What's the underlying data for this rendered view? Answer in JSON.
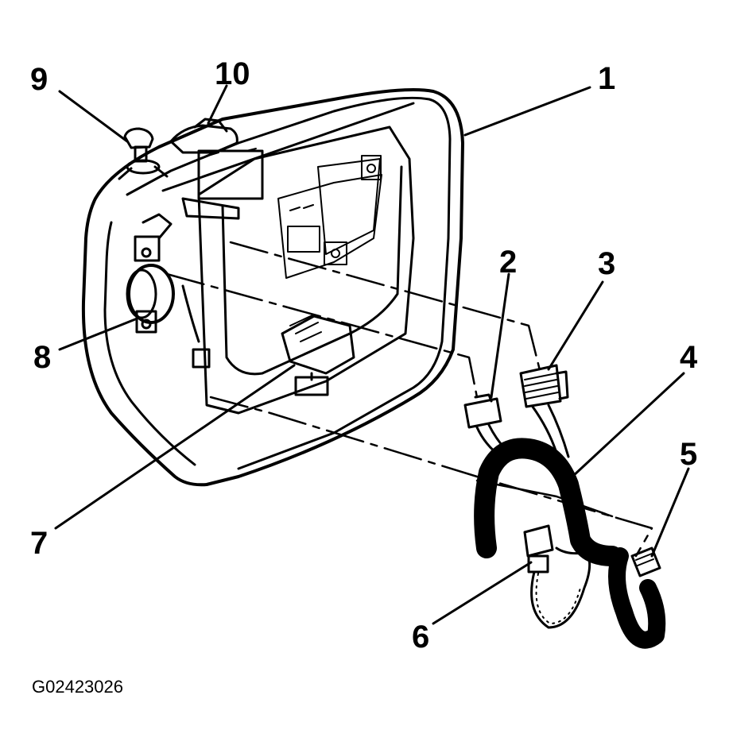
{
  "figure_id": "G02423026",
  "callouts": {
    "c1": "1",
    "c2": "2",
    "c3": "3",
    "c4": "4",
    "c5": "5",
    "c6": "6",
    "c7": "7",
    "c8": "8",
    "c9": "9",
    "c10": "10"
  }
}
